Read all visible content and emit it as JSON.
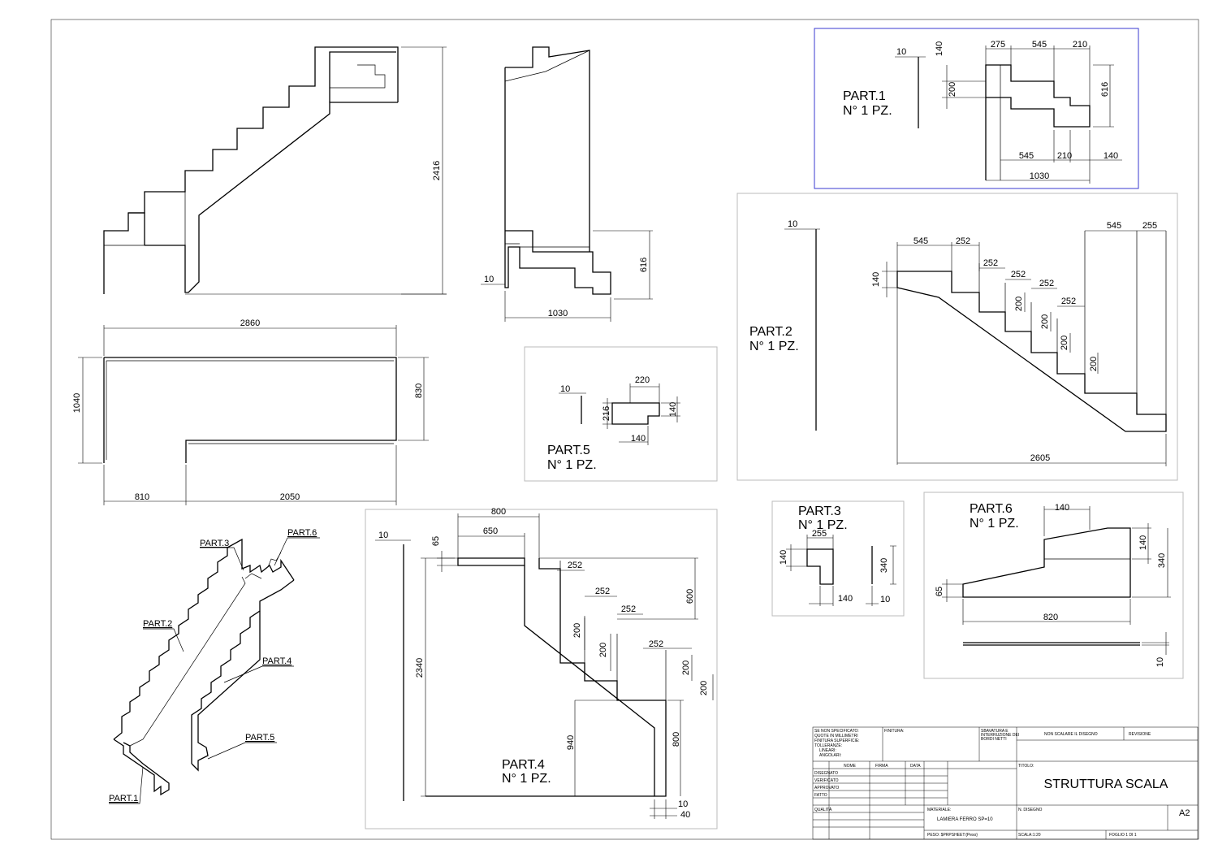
{
  "views": {
    "elevation": {
      "height": "2416"
    },
    "side": {
      "thickness": "10",
      "width": "1030",
      "height": "616"
    },
    "plan": {
      "total_width": "2860",
      "depth": "1040",
      "right_depth": "830",
      "left_width": "810",
      "right_width": "2050"
    }
  },
  "parts": {
    "part1": {
      "title": "PART.1",
      "qty": "N° 1 PZ.",
      "dims": [
        "10",
        "140",
        "275",
        "545",
        "210",
        "616",
        "200",
        "545",
        "210",
        "140",
        "1030"
      ]
    },
    "part2": {
      "title": "PART.2",
      "qty": "N° 1 PZ.",
      "dims": [
        "10",
        "545",
        "252",
        "545",
        "255",
        "252",
        "140",
        "252",
        "252",
        "252",
        "200",
        "200",
        "200",
        "200",
        "2605"
      ]
    },
    "part3": {
      "title": "PART.3",
      "qty": "N° 1 PZ.",
      "dims": [
        "255",
        "140",
        "340",
        "140",
        "10"
      ]
    },
    "part4": {
      "title": "PART.4",
      "qty": "N° 1 PZ.",
      "dims": [
        "800",
        "650",
        "10",
        "65",
        "252",
        "600",
        "252",
        "252",
        "200",
        "200",
        "252",
        "200",
        "200",
        "2340",
        "940",
        "800",
        "10",
        "40"
      ]
    },
    "part5": {
      "title": "PART.5",
      "qty": "N° 1 PZ.",
      "dims": [
        "220",
        "10",
        "216",
        "140",
        "140"
      ]
    },
    "part6": {
      "title": "PART.6",
      "qty": "N° 1 PZ.",
      "dims": [
        "140",
        "140",
        "340",
        "65",
        "820",
        "10"
      ]
    }
  },
  "iso_labels": [
    "PART.3",
    "PART.6",
    "PART.2",
    "PART.4",
    "PART.5",
    "PART.1"
  ],
  "title_block": {
    "notes": [
      "SE NON SPECIFICATO:",
      "QUOTE IN MILLIMETRI",
      "FINITURA SUPERFICIE:",
      "TOLLERANZE:",
      "LINEARI:",
      "ANGOLARI:"
    ],
    "finish_label": "FINITURA:",
    "deburr_label": [
      "SBAVATURA E",
      "INTERRUZIONE DEI",
      "BORDI NETTI"
    ],
    "no_scale": "NON SCALARE IL DISEGNO",
    "revision": "REVISIONE",
    "col_name": "NOME",
    "col_sign": "FIRMA",
    "col_date": "DATA",
    "rows": [
      "DISEGNATO",
      "VERIFICATO",
      "APPROVATO",
      "FATTO",
      "QUALITÀ"
    ],
    "title_label": "TITOLO:",
    "title": "STRUTTURA SCALA",
    "material_label": "MATERIALE:",
    "material": "LAMIERA FERRO SP=10",
    "drawing_no_label": "N. DISEGNO",
    "format": "A2",
    "weight": "PESO: $PRPSHEET:{Peso}",
    "scale": "SCALA:1:20",
    "sheet": "FOGLIO 1 DI 1"
  }
}
